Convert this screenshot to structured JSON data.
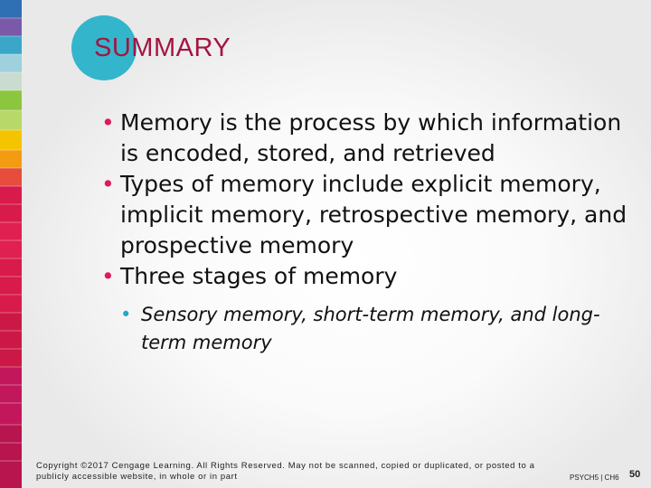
{
  "slide": {
    "title": "SUMMARY",
    "bullets": [
      {
        "text": "Memory is the process by which information is encoded, stored, and retrieved"
      },
      {
        "text": "Types of memory include explicit memory, implicit memory, retrospective memory, and prospective memory"
      },
      {
        "text": "Three stages of memory",
        "sub_bullets": [
          {
            "text": "Sensory memory, short-term memory, and long-term memory"
          }
        ]
      }
    ]
  },
  "footer": {
    "copyright": "Copyright ©2017 Cengage Learning. All Rights Reserved. May not be scanned, copied or duplicated, or posted to a publicly accessible website, in whole or in part",
    "course_tag": "PSYCH5 | CH6",
    "page_number": "50"
  },
  "colors": {
    "title": "#a31540",
    "title_circle": "#33b5cc",
    "bullet": "#e0185a",
    "sub_bullet": "#1fa9c6",
    "strip": [
      "#2f6fb3",
      "#7a5aa8",
      "#3aa7c9",
      "#9fd0dd",
      "#c9dccf",
      "#8cc63f",
      "#b9d86a",
      "#f5c400",
      "#f39c12",
      "#e74c3c",
      "#d81b4a",
      "#c2185b"
    ]
  }
}
